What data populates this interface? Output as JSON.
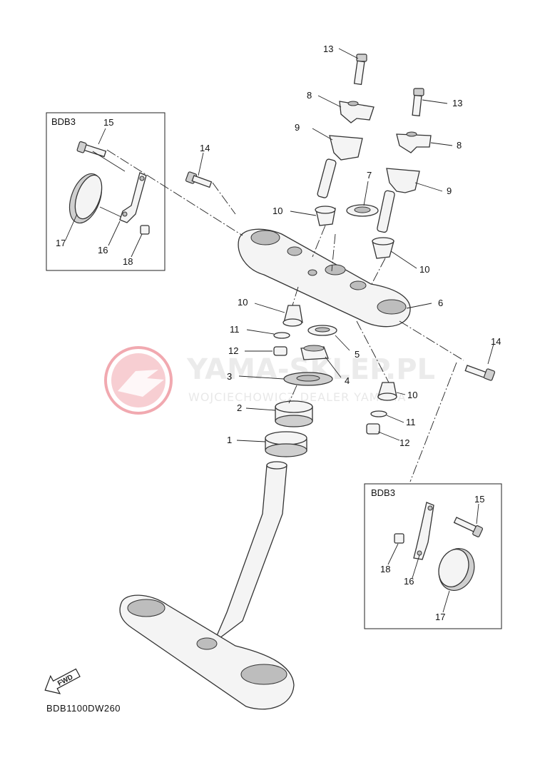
{
  "diagram": {
    "watermark": {
      "brand": "YAMA-SKLEP.PL",
      "dealer": "WOJCIECHOWICZ DEALER YAMAHA"
    },
    "drawing_code": "BDB1100DW260",
    "fwd_label": "FWD",
    "inset_boxes": {
      "top_left_title": "BDB3",
      "bottom_right_title": "BDB3"
    },
    "part_labels": {
      "p13a": "13",
      "p13b": "13",
      "p8a": "8",
      "p8b": "8",
      "p9a": "9",
      "p9b": "9",
      "p7": "7",
      "p6": "6",
      "p5": "5",
      "p4": "4",
      "p3": "3",
      "p2": "2",
      "p1": "1",
      "p10a": "10",
      "p10b": "10",
      "p10c": "10",
      "p10d": "10",
      "p11a": "11",
      "p11b": "11",
      "p12a": "12",
      "p12b": "12",
      "p14a": "14",
      "p14b": "14",
      "p15a": "15",
      "p15b": "15",
      "p16a": "16",
      "p16b": "16",
      "p17a": "17",
      "p17b": "17",
      "p18a": "18",
      "p18b": "18"
    },
    "colors": {
      "watermark_logo": "#f0a0a8",
      "line": "#222222",
      "part_fill": "#f4f4f4"
    }
  }
}
